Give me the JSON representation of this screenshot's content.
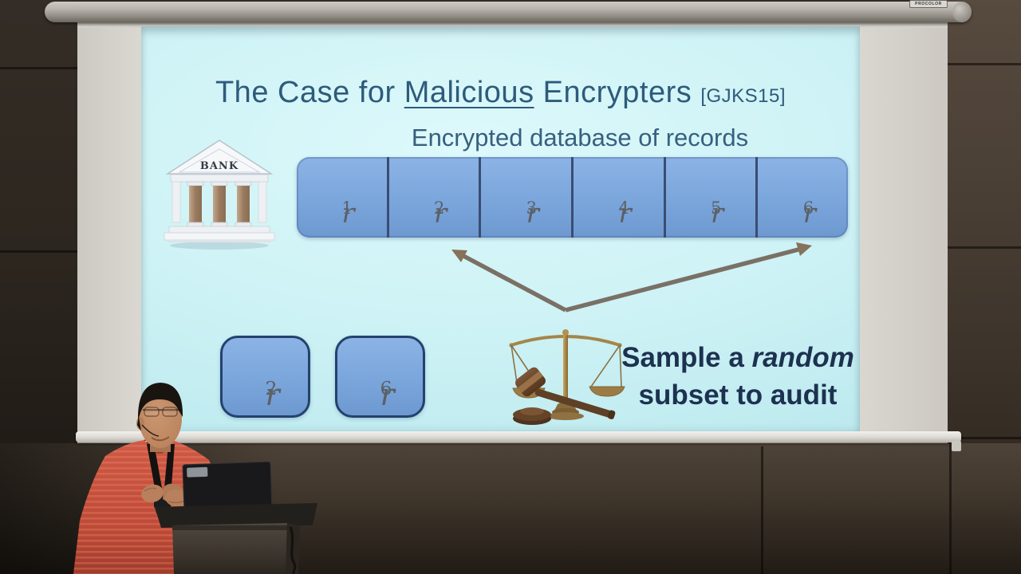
{
  "screen": {
    "brand_label": "PROCOLOR"
  },
  "slide": {
    "title": {
      "part1": "The Case for ",
      "emphasis": "Malicious",
      "part2": " Encrypters ",
      "citation": "[GJKS15]"
    },
    "database_caption": "Encrypted database of records",
    "bank": {
      "label": "BANK"
    },
    "records": [
      {
        "base": "r",
        "sub": "1"
      },
      {
        "base": "r",
        "sub": "2"
      },
      {
        "base": "r",
        "sub": "3"
      },
      {
        "base": "r",
        "sub": "4"
      },
      {
        "base": "r",
        "sub": "5"
      },
      {
        "base": "r",
        "sub": "6"
      }
    ],
    "sampled": [
      {
        "base": "r",
        "sub": "2"
      },
      {
        "base": "r",
        "sub": "6"
      }
    ],
    "audit": {
      "line1_pre": "Sample a ",
      "line1_emphasis": "random",
      "line2": "subset to audit"
    },
    "colors": {
      "slide_background": "#cdf2f5",
      "record_fill": "#7aa6dc",
      "record_divider": "#3c4c72",
      "sampled_border": "#24426e",
      "title_text": "#2e5b7c",
      "audit_text": "#1d3150",
      "arrow": "#7a7065"
    }
  }
}
